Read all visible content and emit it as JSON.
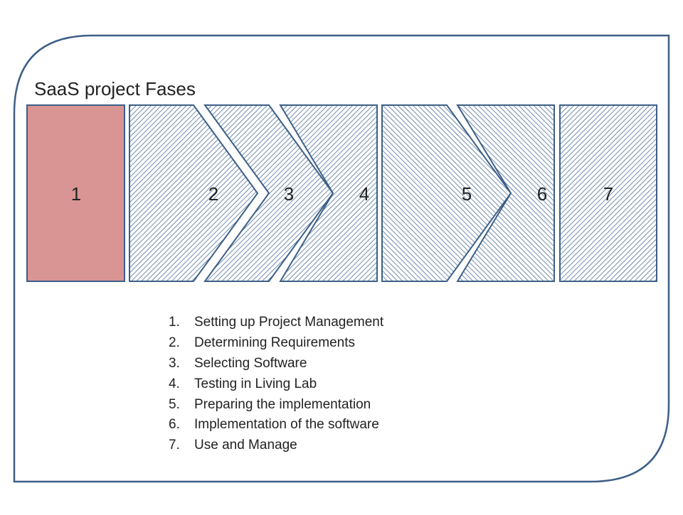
{
  "title": "SaaS project Fases",
  "colors": {
    "frame": "#3d5f87",
    "phase_active_fill": "#d99594",
    "phase_active_stroke": "#3d5f87",
    "hatch": "#4d6e96",
    "shape_stroke": "#3d5f87",
    "text": "#222222"
  },
  "phases": [
    {
      "number": "1",
      "active": true
    },
    {
      "number": "2",
      "active": false
    },
    {
      "number": "3",
      "active": false
    },
    {
      "number": "4",
      "active": false
    },
    {
      "number": "5",
      "active": false
    },
    {
      "number": "6",
      "active": false
    },
    {
      "number": "7",
      "active": false
    }
  ],
  "legend": [
    {
      "number": "1.",
      "label": "Setting up Project Management"
    },
    {
      "number": "2.",
      "label": "Determining Requirements"
    },
    {
      "number": "3.",
      "label": "Selecting Software"
    },
    {
      "number": "4.",
      "label": "Testing in Living Lab"
    },
    {
      "number": "5.",
      "label": "Preparing the implementation"
    },
    {
      "number": "6.",
      "label": "Implementation of the software"
    },
    {
      "number": "7.",
      "label": "Use and Manage"
    }
  ]
}
